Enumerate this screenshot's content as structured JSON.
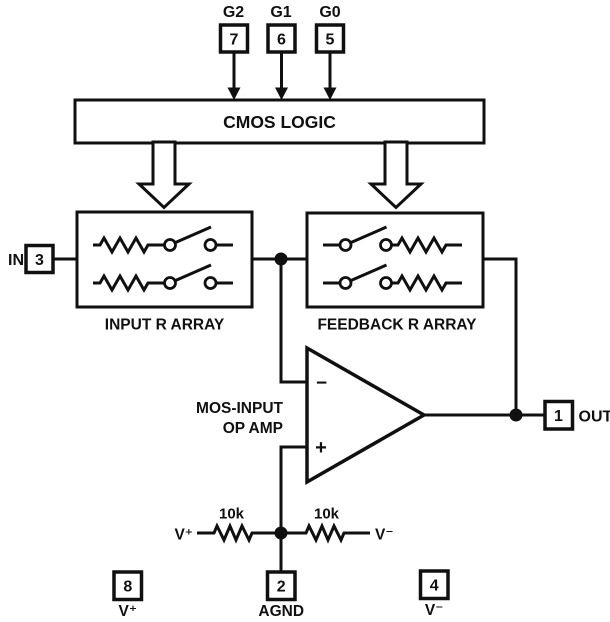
{
  "colors": {
    "ink": "#101010",
    "background": "#ffffff"
  },
  "top_pins": [
    {
      "gate_label": "G2",
      "pin_number": "7"
    },
    {
      "gate_label": "G1",
      "pin_number": "6"
    },
    {
      "gate_label": "G0",
      "pin_number": "5"
    }
  ],
  "blocks": {
    "cmos_logic_label": "CMOS LOGIC",
    "input_array_label": "INPUT R ARRAY",
    "feedback_array_label": "FEEDBACK R ARRAY"
  },
  "op_amp": {
    "label_line1": "MOS-INPUT",
    "label_line2": "OP AMP",
    "inverting_input": "−",
    "noninverting_input": "+"
  },
  "io_pins": {
    "in": {
      "label": "IN",
      "number": "3"
    },
    "out": {
      "label": "OUT",
      "number": "1"
    }
  },
  "divider": {
    "left_resistor_value": "10k",
    "right_resistor_value": "10k",
    "left_rail_label": "V⁺",
    "right_rail_label": "V⁻"
  },
  "bottom_pins": [
    {
      "number": "8",
      "label": "V⁺"
    },
    {
      "number": "2",
      "label": "AGND"
    },
    {
      "number": "4",
      "label": "V⁻"
    }
  ]
}
